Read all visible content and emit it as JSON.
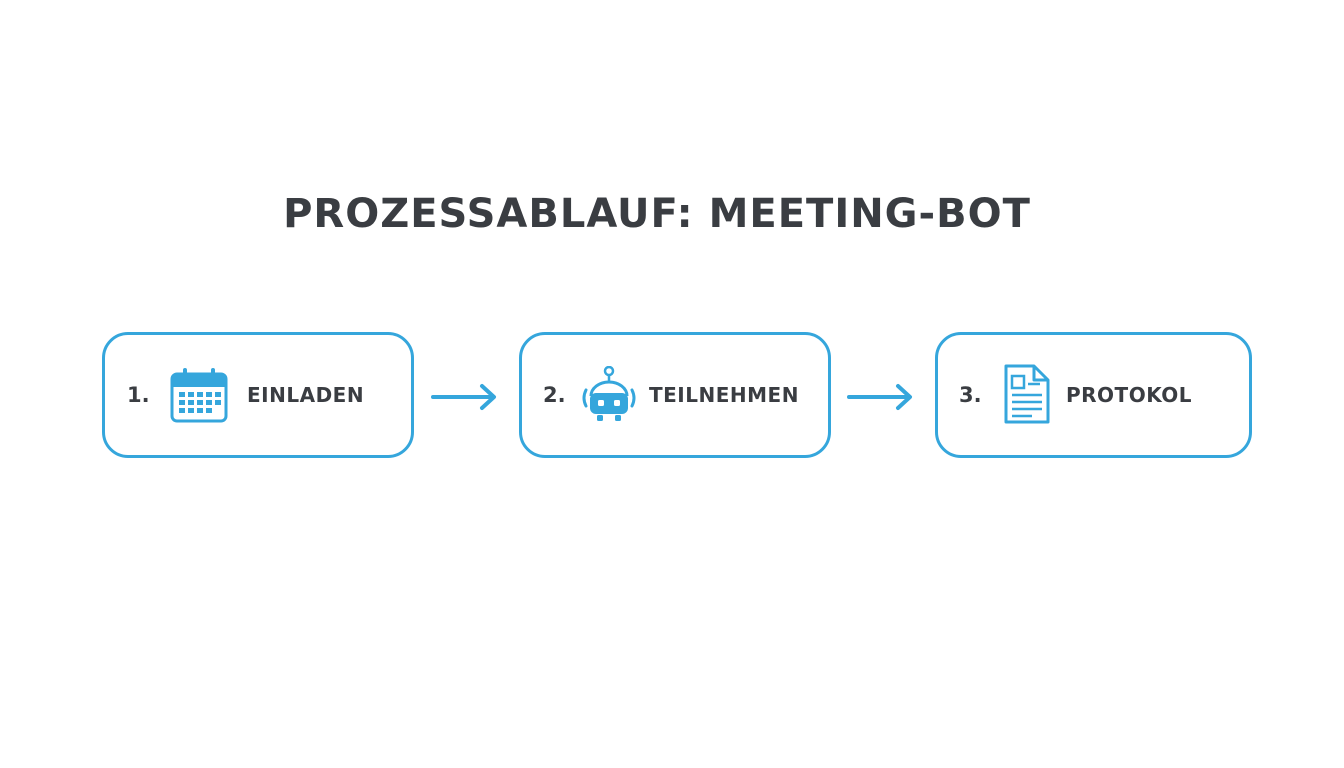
{
  "title": "PROZESSABLAUF: MEETING-BOT",
  "colors": {
    "accent": "#35a6dc",
    "text": "#3a3d42",
    "background": "#ffffff"
  },
  "steps": [
    {
      "number": "1.",
      "label": "EINLADEN",
      "icon": "calendar-icon"
    },
    {
      "number": "2.",
      "label": "TEILNEHMEN",
      "icon": "robot-icon"
    },
    {
      "number": "3.",
      "label": "PROTOKOL",
      "icon": "document-icon"
    }
  ],
  "connectors": [
    {
      "from": "EINLADEN",
      "to": "TEILNEHMEN",
      "icon": "arrow-right-icon"
    },
    {
      "from": "TEILNEHMEN",
      "to": "PROTOKOL",
      "icon": "arrow-right-icon"
    }
  ]
}
